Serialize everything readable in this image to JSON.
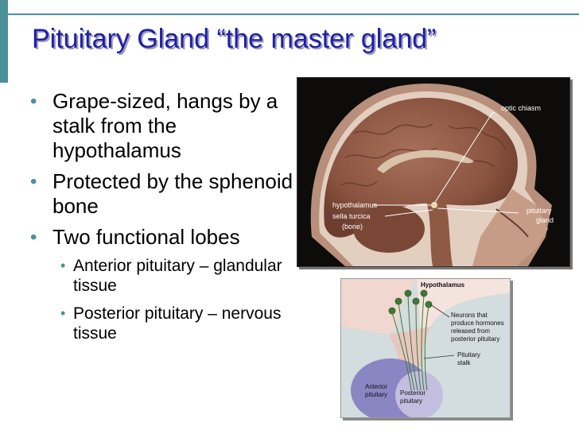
{
  "slide": {
    "title": "Pituitary Gland “the master gland”",
    "bullets": [
      {
        "level": 1,
        "text": "Grape-sized, hangs by a stalk from the hypothalamus"
      },
      {
        "level": 1,
        "text": "Protected by the sphenoid bone"
      },
      {
        "level": 1,
        "text": "Two functional lobes"
      },
      {
        "level": 2,
        "text": "Anterior pituitary – glandular tissue"
      },
      {
        "level": 2,
        "text": "Posterior pituitary – nervous tissue"
      }
    ],
    "bullet_glyph": "•"
  },
  "photo": {
    "labels": {
      "optic_chiasm": "optic chiasm",
      "hypothalamus": "hypothalamus",
      "sella_turcica": "sella turcica",
      "bone": "(bone)",
      "pituitary_1": "pituitary",
      "pituitary_2": "gland"
    }
  },
  "diagram": {
    "labels": {
      "hypothalamus": "Hypothalamus",
      "neurons_1": "Neurons that",
      "neurons_2": "produce hormones",
      "neurons_3": "released from",
      "neurons_4": "posterior pituitary",
      "stalk_1": "Pituitary",
      "stalk_2": "stalk",
      "anterior_1": "Anterior",
      "anterior_2": "pituitary",
      "posterior_1": "Posterior",
      "posterior_2": "pituitary"
    }
  },
  "colors": {
    "accent": "#4a8f9a",
    "title": "#1f1fa8"
  }
}
